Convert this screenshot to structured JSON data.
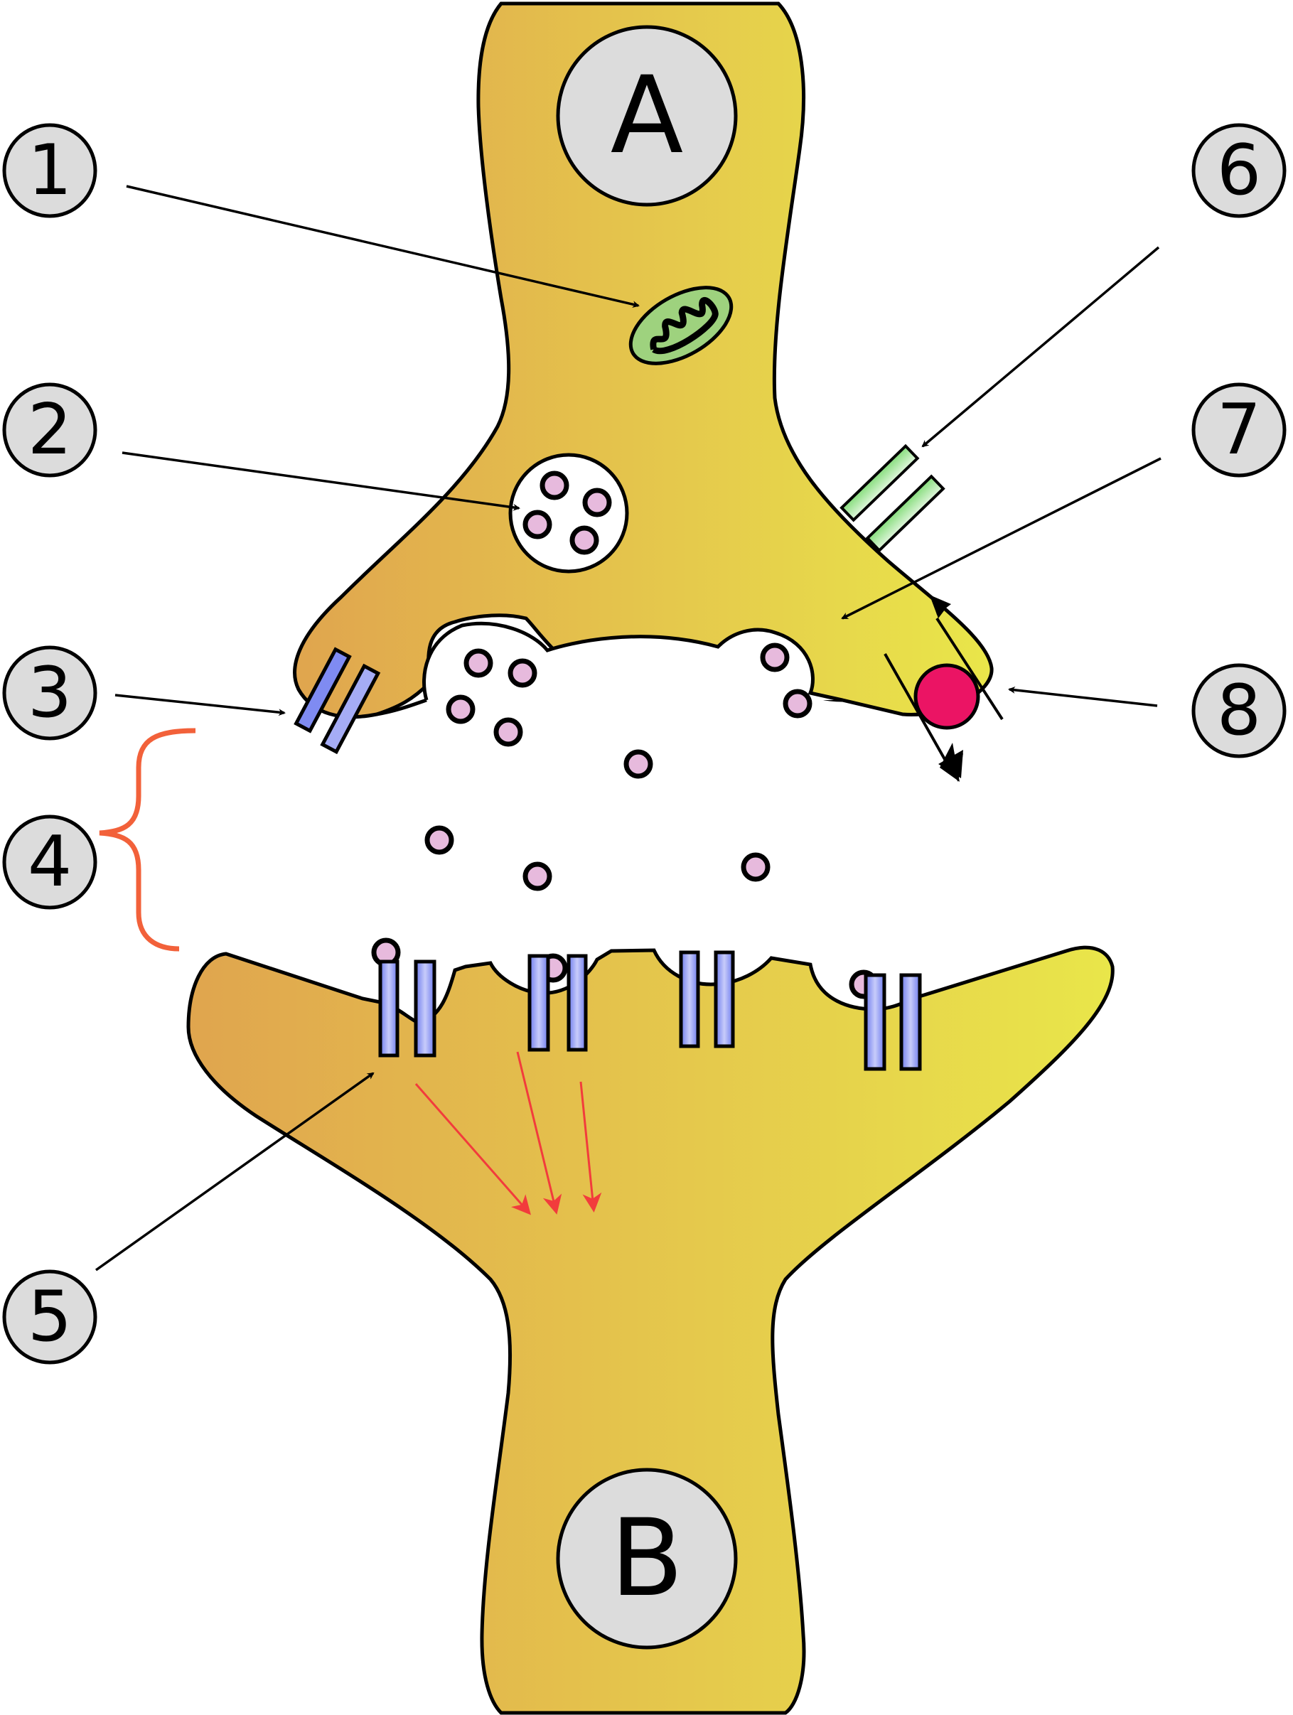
{
  "labels": {
    "neuron_a": "A",
    "neuron_b": "B",
    "l1": "1",
    "l2": "2",
    "l3": "3",
    "l4": "4",
    "l5": "5",
    "l6": "6",
    "l7": "7",
    "l8": "8"
  },
  "colors": {
    "cell_fill_left": "#E0A54E",
    "cell_fill_right": "#E9E64A",
    "outline": "#000000",
    "label_circle": "#DCDCDC",
    "mitochondrion": "#9ED27E",
    "vesicle_dot": "#E7BADD",
    "receptor_blue": "#7F8BF2",
    "receptor_green": "#A8E6A0",
    "pump_red": "#EB1464",
    "bracket": "#F2613A",
    "signal_arrow": "#F23C3C"
  },
  "icons": {
    "mitochondrion": "mitochondrion-icon",
    "vesicle": "vesicle-icon",
    "neurotransmitter": "neurotransmitter-icon",
    "receptor": "receptor-channel-icon",
    "reuptake_pump": "reuptake-pump-icon"
  }
}
